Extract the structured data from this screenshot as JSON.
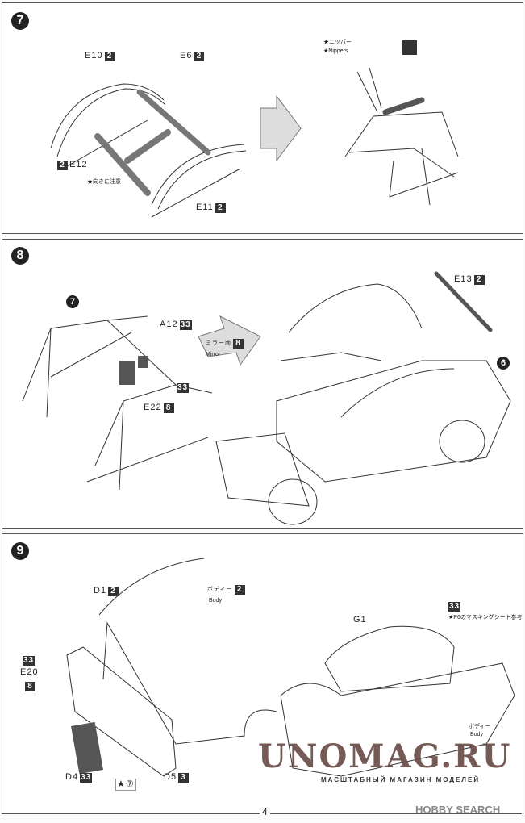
{
  "page_number": "4",
  "steps": [
    {
      "number": "7",
      "labels": {
        "e10": "E10",
        "e10_color": "2",
        "e6": "E6",
        "e6_color": "2",
        "e12": "E12",
        "e12_color": "2",
        "note_direction": "★向きに注意",
        "e11": "E11",
        "e11_color": "2",
        "nippers_jp": "★ニッパー",
        "nippers_en": "★Nippers"
      }
    },
    {
      "number": "8",
      "labels": {
        "ref_step": "7",
        "a12": "A12",
        "a12_color": "33",
        "mirror_jp": "ミラー面",
        "mirror_color": "8",
        "mirror_en": "Mirror",
        "body_color": "33",
        "e22": "E22",
        "e22_color": "8",
        "e13": "E13",
        "e13_color": "2",
        "ref_step_6": "6"
      }
    },
    {
      "number": "9",
      "labels": {
        "d1": "D1",
        "d1_color": "2",
        "body_jp": "ボディー",
        "body_en": "Body",
        "body_color": "2",
        "g1": "G1",
        "g1_color": "33",
        "masking_note": "★P6のマスキングシート参考",
        "e20_color": "33",
        "e20": "E20",
        "e20_color2": "8",
        "body2_jp": "ボディー",
        "body2_en": "Body",
        "d4": "D4",
        "d4_color": "33",
        "decal_note": "★⑦",
        "d5": "D5",
        "d5_color": "3"
      }
    }
  ],
  "watermark": {
    "title": "UNOMAG.RU",
    "subtitle": "МАСШТАБНЫЙ МАГАЗИН МОДЕЛЕЙ"
  },
  "source_logo": "HOBBY SEARCH"
}
